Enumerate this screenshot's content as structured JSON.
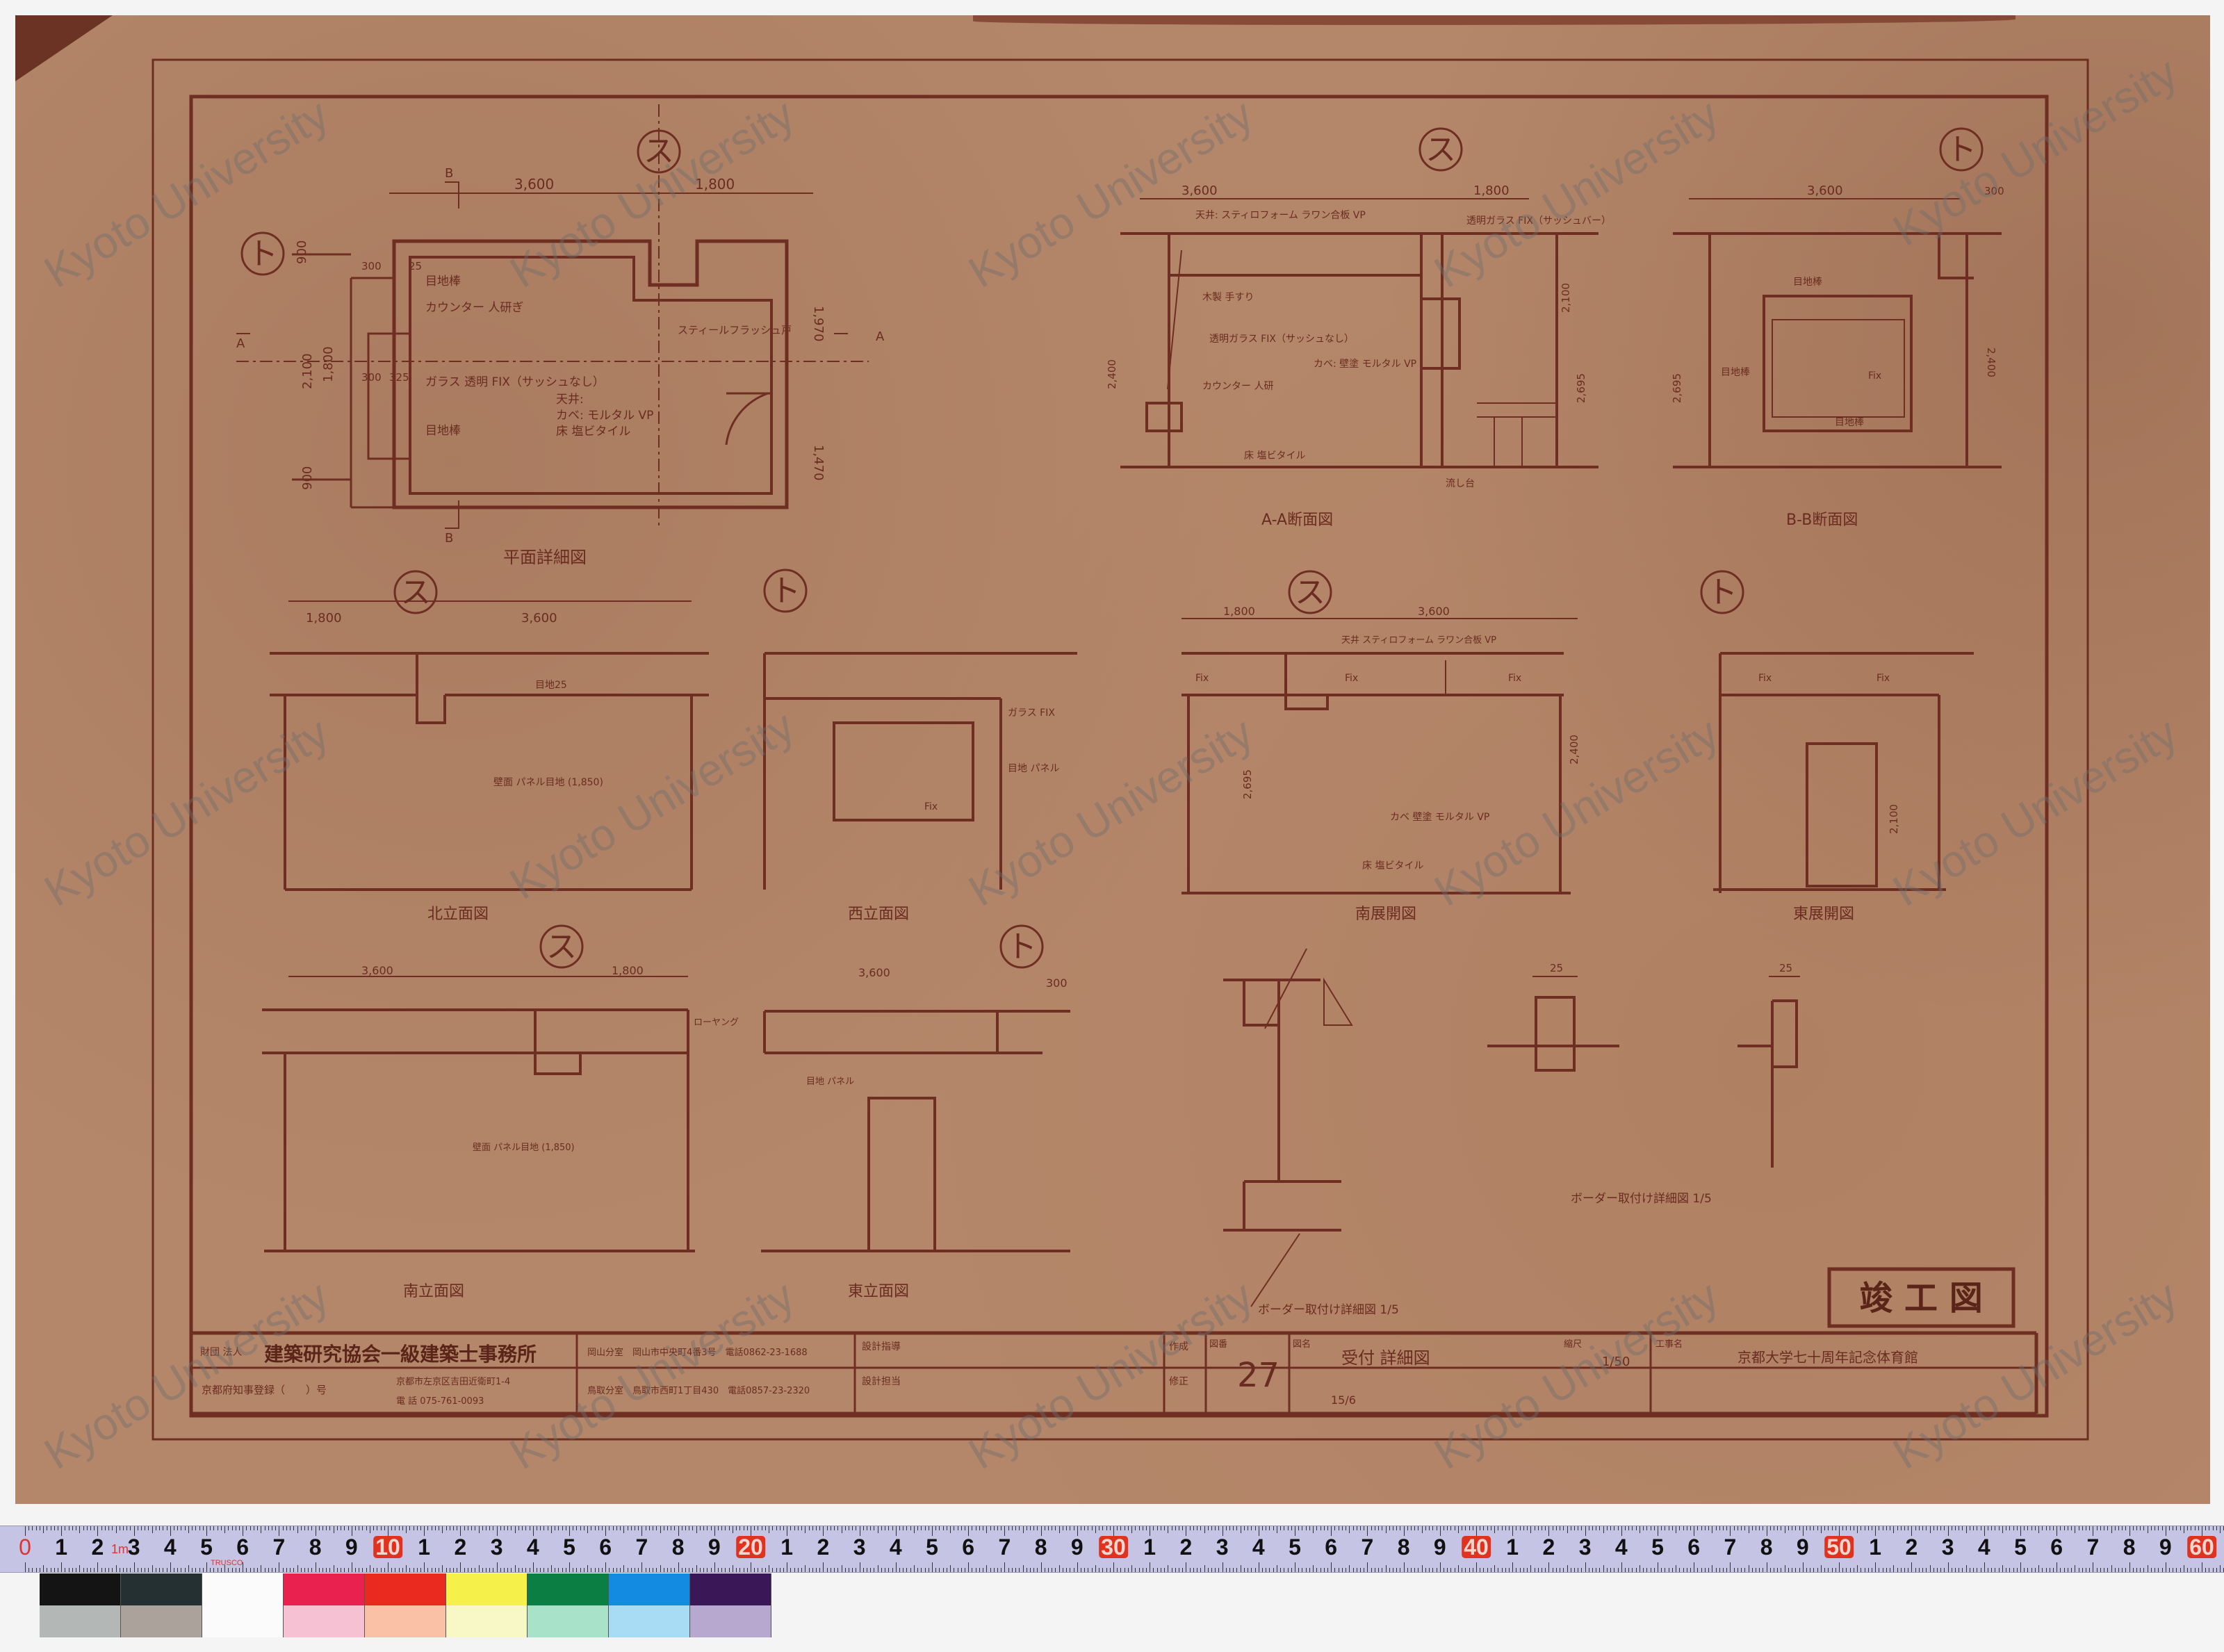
{
  "watermark": "Kyoto University",
  "stamp": "竣 工 図",
  "title_block": {
    "org_prefix": "財団\n法人",
    "org_name": "建築研究協会一級建築士事務所",
    "registration": "京都府知事登録（　　）号",
    "address": "京都市左京区吉田近衛町1-4",
    "phone": "電 話 075-761-0093",
    "okayama": "岡山分室　岡山市中央町4番3号　電話0862-23-1688",
    "tottori": "鳥取分室　鳥取市西町1丁目430　電話0857-23-2320",
    "design_supervision_label": "設計指導",
    "design_charge_label": "設計担当",
    "created_label": "作成",
    "revised_label": "修正",
    "drawing_no_label": "図番",
    "drawing_no": "27",
    "drawing_name_label": "図名",
    "drawing_name": "受付 詳細図",
    "scale_label": "縮尺",
    "scale": "1/50",
    "sheet_note": "15/6",
    "project_label": "工事名",
    "project_name": "京都大学七十周年記念体育館"
  },
  "views": {
    "plan": {
      "title": "平面詳細図",
      "dims": [
        "3,600",
        "1,800",
        "900",
        "2,100",
        "1,800",
        "900",
        "1,970",
        "1,470",
        "300",
        "25",
        "300",
        "325"
      ],
      "notes": [
        "目地棒",
        "カウンター 人研ぎ",
        "ガラス 透明 FIX（サッシュなし）",
        "目地棒",
        "天井:",
        "カベ: モルタル VP",
        "床  塩ビタイル",
        "スティールフラッシュ戸"
      ],
      "grid": [
        "ス",
        "ト"
      ],
      "section_marks": [
        "A",
        "A",
        "B",
        "B"
      ]
    },
    "section_aa": {
      "title": "A-A断面図",
      "dims": [
        "3,600",
        "1,800",
        "2,100",
        "2,695",
        "2,400"
      ],
      "notes": [
        "天井: スティロフォーム ラワン合板 VP",
        "透明ガラス FIX（サッシュバー）",
        "木製 手すり",
        "透明ガラス FIX（サッシュなし）",
        "カベ: 壁塗 モルタル VP",
        "カウンター 人研",
        "床 塩ビタイル",
        "流し台"
      ],
      "grid": [
        "ス"
      ]
    },
    "section_bb": {
      "title": "B-B断面図",
      "dims": [
        "3,600",
        "300",
        "2,695",
        "2,400"
      ],
      "notes": [
        "目地棒",
        "目地棒",
        "目地棒",
        "Fix"
      ],
      "grid": [
        "ト"
      ]
    },
    "north_elev": {
      "title": "北立面図",
      "dims": [
        "1,800",
        "3,600"
      ],
      "notes": [
        "目地25",
        "壁面 パネル目地 (1,850)"
      ],
      "grid": [
        "ス"
      ]
    },
    "west_elev": {
      "title": "西立面図",
      "notes": [
        "ガラス FIX",
        "目地 パネル",
        "Fix"
      ],
      "grid": [
        "ト"
      ]
    },
    "south_dev": {
      "title": "南展開図",
      "dims": [
        "1,800",
        "3,600",
        "2,695",
        "2,400"
      ],
      "notes": [
        "天井 スティロフォーム ラワン合板 VP",
        "Fix",
        "Fix",
        "Fix",
        "カベ 壁塗 モルタル VP",
        "床 塩ビタイル"
      ],
      "grid": [
        "ス"
      ]
    },
    "east_dev": {
      "title": "東展開図",
      "dims": [
        "2,100"
      ],
      "notes": [
        "Fix",
        "Fix"
      ],
      "grid": [
        "ト"
      ]
    },
    "south_elev": {
      "title": "南立面図",
      "dims": [
        "3,600",
        "1,800"
      ],
      "notes": [
        "壁面 パネル目地 (1,850)",
        "ローヤング"
      ],
      "grid": [
        "ス"
      ]
    },
    "east_elev": {
      "title": "東立面図",
      "dims": [
        "3,600",
        "300"
      ],
      "notes": [
        "目地 パネル"
      ],
      "grid": [
        "ト"
      ]
    },
    "detail_1": {
      "title": "ボーダー取付け詳細図 1/5"
    },
    "detail_2": {
      "title": "ボーダー取付け詳細図 1/5",
      "dims": [
        "25",
        "25"
      ]
    }
  },
  "ruler": {
    "labels": [
      "0",
      "1",
      "2",
      "3",
      "4",
      "5",
      "6",
      "7",
      "8",
      "9",
      "10",
      "1",
      "2",
      "3",
      "4",
      "5",
      "6",
      "7",
      "8",
      "9",
      "20",
      "1",
      "2",
      "3",
      "4",
      "5",
      "6",
      "7",
      "8",
      "9",
      "30",
      "1",
      "2",
      "3",
      "4",
      "5",
      "6",
      "7",
      "8",
      "9",
      "40",
      "1",
      "2",
      "3",
      "4",
      "5",
      "6",
      "7",
      "8",
      "9",
      "50",
      "1",
      "2",
      "3",
      "4",
      "5",
      "6",
      "7",
      "8",
      "9",
      "60"
    ],
    "unit_mark": "1m",
    "brand": "TRUSCO"
  },
  "color_chart": {
    "top": [
      "#141414",
      "#243032",
      "#fbfbfb",
      "#e8214f",
      "#ea2a1e",
      "#f5f04a",
      "#0b7f43",
      "#138be0",
      "#3a1858"
    ],
    "bottom": [
      "#b3b7b5",
      "#aba29c",
      "#fbfbfb",
      "#f7c1d4",
      "#fbc1a6",
      "#f7f8c6",
      "#a7e2c9",
      "#a8dcf5",
      "#b6a8cf"
    ]
  },
  "colors": {
    "paper": "#b5876a",
    "ink": "#6e2f22",
    "ruler": "#c6c4e4",
    "ruler_accent": "#e0321f"
  }
}
